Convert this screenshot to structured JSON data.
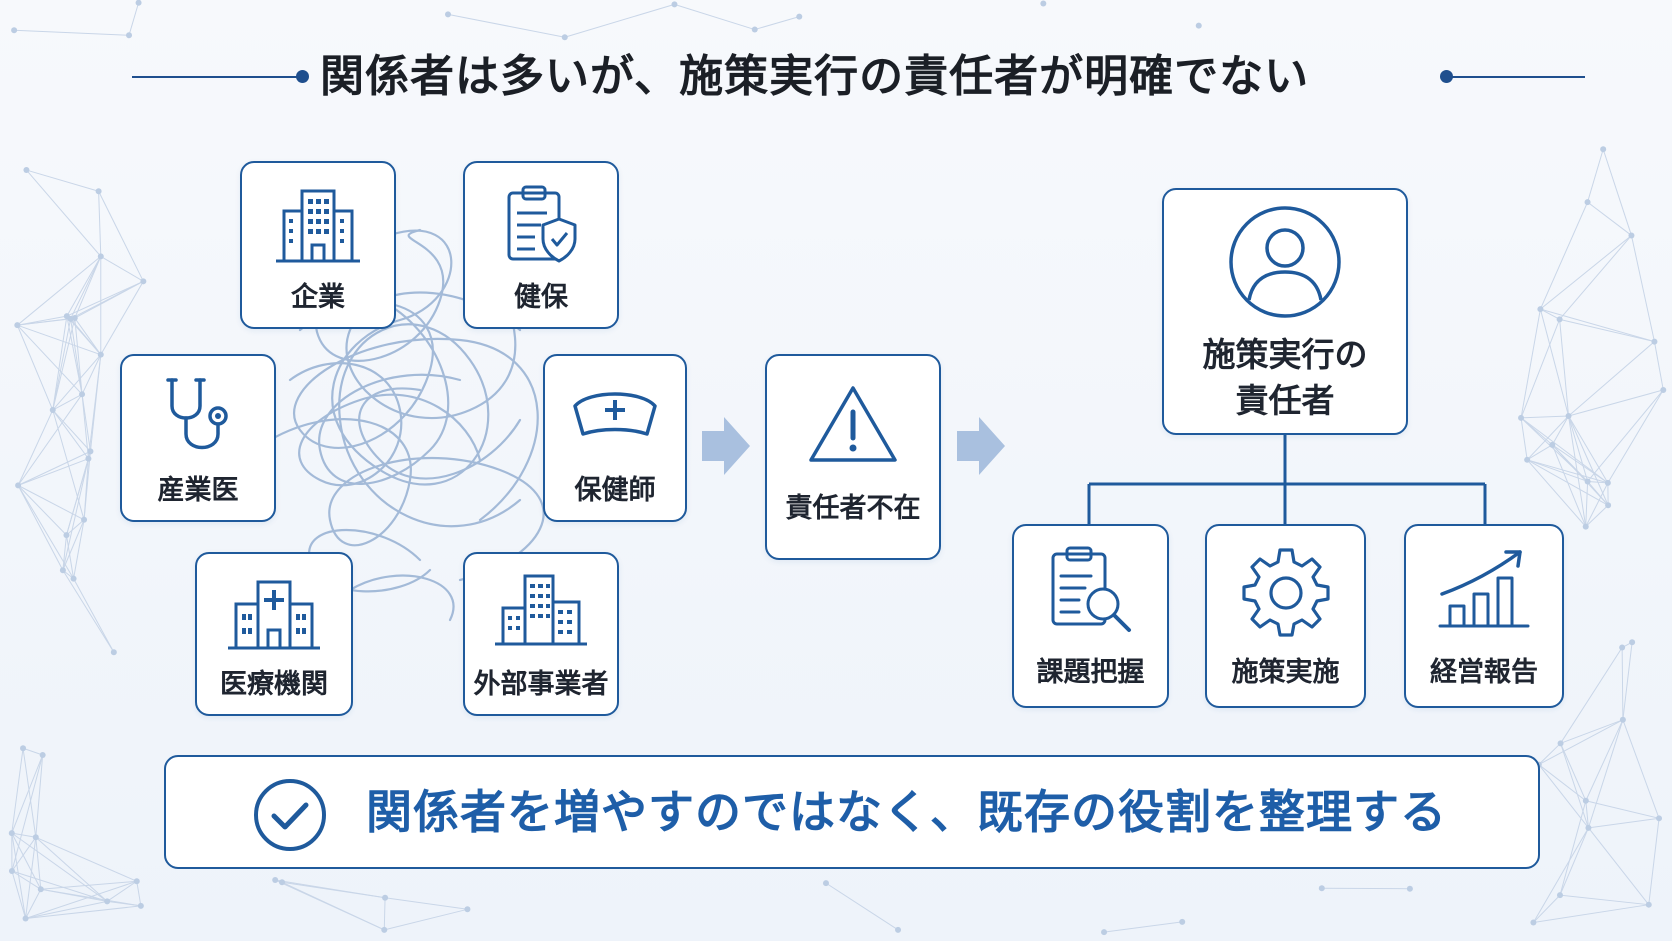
{
  "title": "関係者は多いが、施策実行の責任者が明確でない",
  "stakeholders": {
    "company": "企業",
    "insurer": "健保",
    "occupational_physician": "産業医",
    "public_health_nurse": "保健師",
    "medical_institution": "医療機関",
    "external_provider": "外部事業者"
  },
  "middle": {
    "label": "責任者不在"
  },
  "owner": {
    "line1": "施策実行の",
    "line2": "責任者"
  },
  "tasks": [
    "課題把握",
    "施策実施",
    "経営報告"
  ],
  "conclusion": "関係者を増やすのではなく、既存の役割を整理する",
  "colors": {
    "accent": "#1f5a9c",
    "accent_text": "#1e5ea8",
    "tangle": "#9fb7d6",
    "arrow": "#a9c0df"
  }
}
